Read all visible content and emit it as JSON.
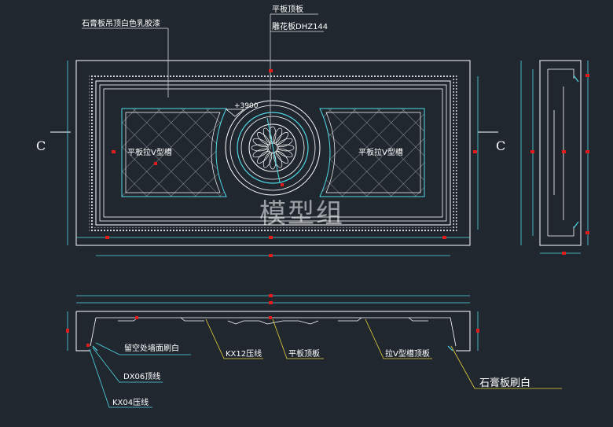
{
  "colors": {
    "background": "#21272f",
    "line_white": "#ffffff",
    "line_cyan": "#4fd8e6",
    "line_gray": "#aeb3b8",
    "marker_red": "#e21b1b",
    "leader_yellow": "#e6d23a"
  },
  "plan": {
    "note_ceiling": "石膏板吊顶白色乳胶漆",
    "note_flat_top": "平板顶板",
    "note_carved_board": "雕花板DHZ144",
    "elevation_mark": "+3900",
    "panel_left_label": "平板拉V型槽",
    "panel_right_label": "平板拉V型槽",
    "section_mark_left": "C",
    "section_mark_right": "C"
  },
  "section": {
    "note_wall_paint": "留空处墙面刷白",
    "note_dx06": "DX06顶线",
    "note_kx04": "KX04压线",
    "note_kx12": "KX12压线",
    "note_flat_top": "平板顶板",
    "note_v_groove": "拉V型槽顶板",
    "note_gypsum": "石膏板刷白"
  },
  "watermark": "模型组"
}
